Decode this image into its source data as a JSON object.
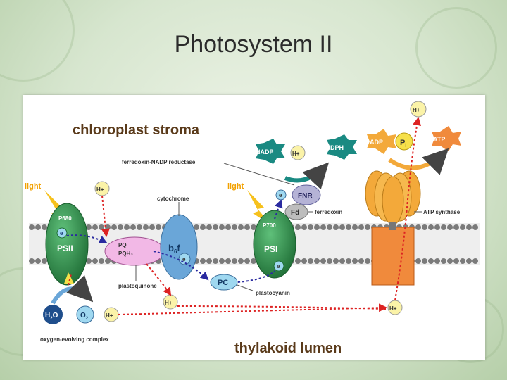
{
  "slide": {
    "title": "Photosystem II"
  },
  "diagram": {
    "stroma_label": "chloroplast stroma",
    "lumen_label": "thylakoid lumen",
    "light_left": "light",
    "light_right": "light",
    "psii": {
      "name": "PSII",
      "p680": "P680",
      "e": "e"
    },
    "psi": {
      "name": "PSI",
      "p700": "P700",
      "e": "e"
    },
    "pq": {
      "line1": "PQ",
      "line2": "PQH₂"
    },
    "b6f": {
      "b": "b",
      "sub": "6",
      "f": "f",
      "e": "e"
    },
    "pc": "PC",
    "fnr": "FNR",
    "fd": "Fd",
    "fnr_e": "e",
    "nadp": "NADP",
    "nadph": "NADPH",
    "adp": "ADP",
    "pi": {
      "p": "P",
      "sub": "i"
    },
    "atp": "ATP",
    "h2o": {
      "h": "H",
      "sub": "2",
      "o": "O"
    },
    "o2": {
      "o": "O",
      "sub": "2"
    },
    "h_plus": "H+",
    "labels": {
      "ferredoxin_nadp_reductase": "ferredoxin-NADP reductase",
      "cytochrome": "cytochrome",
      "ferredoxin": "ferredoxin",
      "atp_synthase": "ATP synthase",
      "plastoquinone": "plastoquinone",
      "plastocyanin": "plastocyanin",
      "oxygen_evolving_complex": "oxygen-evolving complex"
    },
    "colors": {
      "membrane_head": "#7b7b7b",
      "psii_fill": "#2e8f4a",
      "psi_fill": "#2e8f4a",
      "b6f_fill": "#6aa6d8",
      "pq_fill": "#f2b8e6",
      "pc_fill": "#9fd8f0",
      "atp_synthase_head": "#f3a93a",
      "atp_synthase_stalk": "#f08a3c",
      "proton_path": "#dd2222",
      "electron_path": "#2a2aa0",
      "hplus_fill": "#fbf3a8"
    }
  }
}
